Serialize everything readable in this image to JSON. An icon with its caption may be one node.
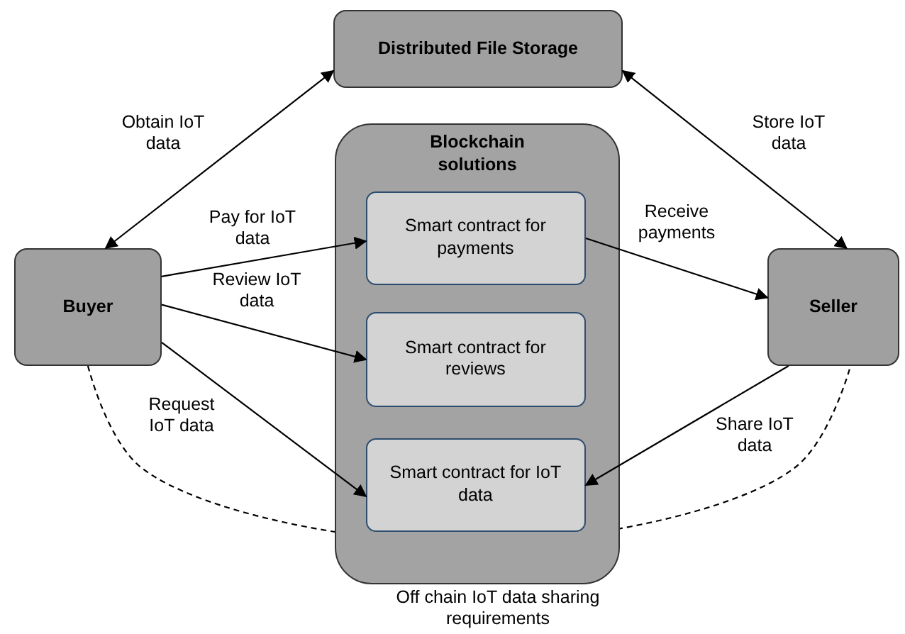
{
  "diagram": {
    "nodes": [
      {
        "text": [
          "Distributed File Storage"
        ]
      },
      {
        "text": [
          "Buyer"
        ]
      },
      {
        "text": [
          "Blockchain solutions"
        ]
      },
      {
        "text": [
          "Smart contract for payments"
        ],
        "in": 2
      },
      {
        "text": [
          "Smart contract for reviews"
        ],
        "in": 2
      },
      {
        "text": [
          "Smart contract for IoT data"
        ],
        "in": 2
      },
      {
        "text": [
          "Seller"
        ]
      }
    ],
    "edges": [
      {
        "from": 1,
        "to": 0,
        "arrow": "both",
        "label": "Obtain IoT data"
      },
      {
        "from": 0,
        "to": 6,
        "arrow": "both",
        "label": "Store IoT data"
      },
      {
        "from": 1,
        "to": 3,
        "arrow": "to",
        "label": "Pay for IoT data"
      },
      {
        "from": 1,
        "to": 4,
        "arrow": "to",
        "label": "Review IoT data"
      },
      {
        "from": 3,
        "to": 6,
        "arrow": "to",
        "label": "Receive payments"
      },
      {
        "from": 1,
        "to": 5,
        "arrow": "to",
        "label": "Request IoT data"
      },
      {
        "from": 6,
        "to": 5,
        "arrow": "to",
        "label": "Share IoT data"
      },
      {
        "from": 1,
        "to": 6,
        "arrow": "none",
        "style": "dashed",
        "label": "Off chain IoT data sharing requirements"
      }
    ]
  }
}
